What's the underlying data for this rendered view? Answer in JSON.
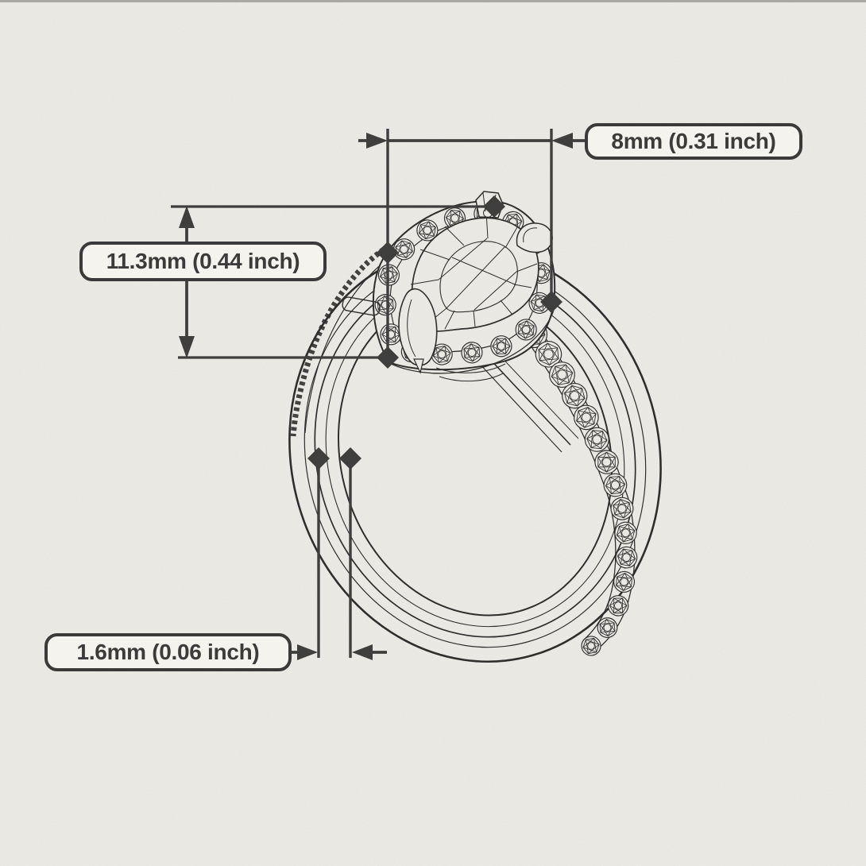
{
  "diagram": {
    "subject": "Pear-shaped halo diamond ring with pave band - technical measurement sketch",
    "dimensions": {
      "head_width": {
        "label": "8mm (0.31 inch)",
        "value_mm": "8",
        "value_inch": "0.31"
      },
      "head_height": {
        "label": "11.3mm (0.44 inch)",
        "value_mm": "11.3",
        "value_inch": "0.44"
      },
      "band_width": {
        "label": "1.6mm (0.06 inch)",
        "value_mm": "1.6",
        "value_inch": "0.06"
      }
    }
  },
  "colors": {
    "paper": "#efeee9",
    "ink": "#2c2c2c",
    "dimension": "#3d3d3d",
    "label_bg": "#f4f3ee",
    "label_border": "#3a3a3a",
    "label_text": "#3b3b3b"
  }
}
